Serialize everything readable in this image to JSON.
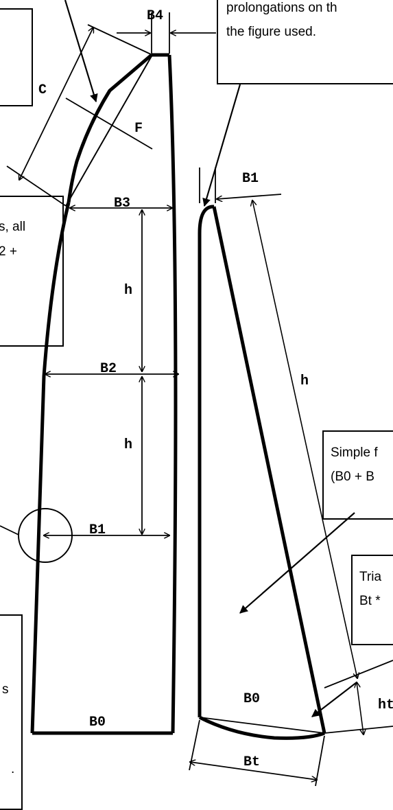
{
  "diagram": {
    "labels": {
      "b4": "B4",
      "c": "C",
      "f": "F",
      "b3": "B3",
      "h_upper": "h",
      "b2": "B2",
      "h_lower": "h",
      "b1_left": "B1",
      "b0_left": "B0",
      "b1_right": "B1",
      "h_right": "h",
      "b0_right": "B0",
      "ht": "ht",
      "bt": "Bt"
    },
    "notes": {
      "top_right_line1": "prolongations on th",
      "top_right_line2": "the figure used.",
      "left_mid_line1": "s, all",
      "left_mid_line2": "2 +",
      "right_mid_line1": "Simple f",
      "right_mid_line2": "(B0 + B",
      "right_low_line1": "Tria",
      "right_low_line2": "Bt *",
      "left_bottom_line1": "s",
      "left_bottom_line2": "."
    }
  },
  "colors": {
    "ink": "#000000",
    "background": "#ffffff"
  }
}
